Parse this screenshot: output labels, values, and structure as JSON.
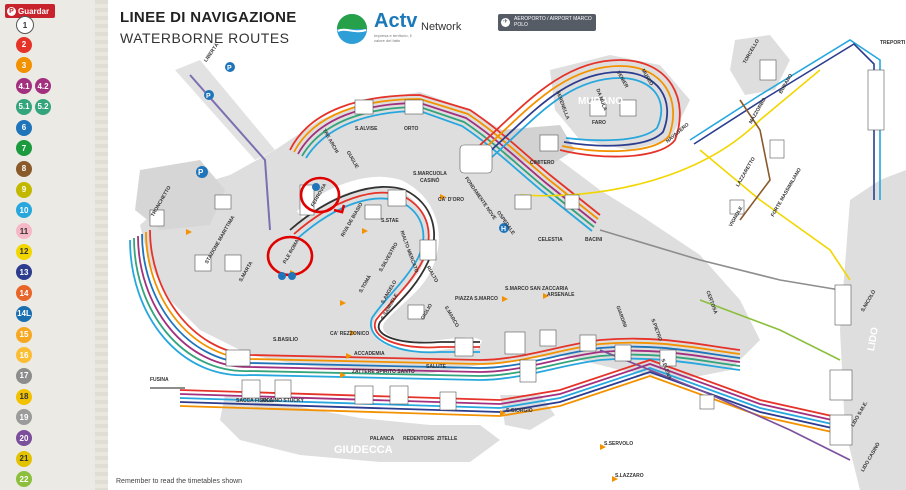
{
  "header": {
    "title": "LINEE DI NAVIGAZIONE",
    "subtitle": "WATERBORNE ROUTES",
    "brand": "Actv",
    "brand_sub": "Impresa e territorio, il valore del fatto",
    "network": "Network",
    "airport": "AEROPORTO / AIRPORT MARCO POLO"
  },
  "pin_button": {
    "label": "Guardar"
  },
  "footnote": "Remember to read the timetables shown",
  "lines": [
    {
      "label": "1",
      "color": "#ffffff",
      "text": "#333"
    },
    {
      "label": "2",
      "color": "#e5332a",
      "text": "#fff"
    },
    {
      "label": "3",
      "color": "#f39200",
      "text": "#fff"
    },
    {
      "label": "4.1",
      "color": "#a3307e",
      "text": "#fff"
    },
    {
      "label": "4.2",
      "color": "#a3307e",
      "text": "#fff"
    },
    {
      "label": "5.1",
      "color": "#33a47c",
      "text": "#fff"
    },
    {
      "label": "5.2",
      "color": "#33a47c",
      "text": "#fff"
    },
    {
      "label": "6",
      "color": "#1f74ba",
      "text": "#fff"
    },
    {
      "label": "7",
      "color": "#1b9a3e",
      "text": "#fff"
    },
    {
      "label": "8",
      "color": "#8a5a2b",
      "text": "#fff"
    },
    {
      "label": "9",
      "color": "#c2b800",
      "text": "#fff"
    },
    {
      "label": "10",
      "color": "#27a7de",
      "text": "#fff"
    },
    {
      "label": "11",
      "color": "#f6b8c6",
      "text": "#333"
    },
    {
      "label": "12",
      "color": "#f2d600",
      "text": "#333"
    },
    {
      "label": "13",
      "color": "#2c3d8f",
      "text": "#fff"
    },
    {
      "label": "14",
      "color": "#e8652a",
      "text": "#fff"
    },
    {
      "label": "14L",
      "color": "#1a6fb0",
      "text": "#fff"
    },
    {
      "label": "15",
      "color": "#f7a823",
      "text": "#fff"
    },
    {
      "label": "16",
      "color": "#fbbd34",
      "text": "#fff"
    },
    {
      "label": "17",
      "color": "#8d8d8d",
      "text": "#fff"
    },
    {
      "label": "18",
      "color": "#f2c200",
      "text": "#333"
    },
    {
      "label": "19",
      "color": "#9b9b9b",
      "text": "#fff"
    },
    {
      "label": "20",
      "color": "#7b4f9c",
      "text": "#fff"
    },
    {
      "label": "21",
      "color": "#e3c200",
      "text": "#333"
    },
    {
      "label": "22",
      "color": "#8bbf3c",
      "text": "#fff"
    }
  ],
  "areas": {
    "murano": "MURANO",
    "giudecca": "GIUDECCA",
    "lido": "LIDO"
  },
  "stops": [
    {
      "id": "alvise",
      "label": "S.ALVISE"
    },
    {
      "id": "orto",
      "label": "ORTO"
    },
    {
      "id": "tre-archi",
      "label": "TRE ARCHI"
    },
    {
      "id": "guglie",
      "label": "GUGLIE"
    },
    {
      "id": "marcuola",
      "label": "S.MARCUOLA"
    },
    {
      "id": "casino",
      "label": "CASINÒ"
    },
    {
      "id": "fondamente-nove",
      "label": "FONDAMENTE NOVE"
    },
    {
      "id": "ospedale",
      "label": "OSPEDALE"
    },
    {
      "id": "cimitero",
      "label": "CIMITERO"
    },
    {
      "id": "celestia",
      "label": "CELESTIA"
    },
    {
      "id": "bacini",
      "label": "BACINI"
    },
    {
      "id": "faro",
      "label": "FARO"
    },
    {
      "id": "serenella",
      "label": "SERENELLA"
    },
    {
      "id": "da-mula",
      "label": "DA MULA"
    },
    {
      "id": "venier",
      "label": "VENIER"
    },
    {
      "id": "museo",
      "label": "MUSEO"
    },
    {
      "id": "navagero",
      "label": "NAVAGERO"
    },
    {
      "id": "san-stae",
      "label": "S.STAE"
    },
    {
      "id": "ca-oro",
      "label": "CA' D'ORO"
    },
    {
      "id": "riva-biasio",
      "label": "RIVA DE BIASIO"
    },
    {
      "id": "rialto-mercato",
      "label": "RIALTO MERCATO"
    },
    {
      "id": "rialto",
      "label": "RIALTO"
    },
    {
      "id": "san-silvestro",
      "label": "S.SILVESTRO"
    },
    {
      "id": "san-toma",
      "label": "S.TOMÀ"
    },
    {
      "id": "san-angelo",
      "label": "S.ANGELO"
    },
    {
      "id": "san-samuele",
      "label": "S.SAMUELE"
    },
    {
      "id": "giglio",
      "label": "GIGLIO"
    },
    {
      "id": "san-marco",
      "label": "S.MARCO"
    },
    {
      "id": "piazza-san-marco",
      "label": "PIAZZA S.MARCO"
    },
    {
      "id": "san-marco-san-zaccaria",
      "label": "S.MARCO SAN ZACCARIA"
    },
    {
      "id": "arsenale",
      "label": "ARSENALE"
    },
    {
      "id": "giardini",
      "label": "GIARDINI"
    },
    {
      "id": "san-pietro",
      "label": "S.PIETRO"
    },
    {
      "id": "santa-elena",
      "label": "S.ELENA"
    },
    {
      "id": "certosa",
      "label": "CERTOSA"
    },
    {
      "id": "ca-rezzonico",
      "label": "CA' REZZONICO"
    },
    {
      "id": "accademia",
      "label": "ACCADEMIA"
    },
    {
      "id": "zattere",
      "label": "ZATTERE"
    },
    {
      "id": "spirito-santo",
      "label": "SPIRITO SANTO"
    },
    {
      "id": "salute",
      "label": "SALUTE"
    },
    {
      "id": "san-basilio",
      "label": "S.BASILIO"
    },
    {
      "id": "sacca-fisola",
      "label": "SACCA FISOLA"
    },
    {
      "id": "molino-stucky",
      "label": "MOLINO STUCKY"
    },
    {
      "id": "palanca",
      "label": "PALANCA"
    },
    {
      "id": "redentore",
      "label": "REDENTORE"
    },
    {
      "id": "zitelle",
      "label": "ZITELLE"
    },
    {
      "id": "san-giorgio",
      "label": "S.GIORGIO"
    },
    {
      "id": "san-servolo",
      "label": "S.SERVOLO"
    },
    {
      "id": "san-lazzaro",
      "label": "S.LAZZARO"
    },
    {
      "id": "fusina",
      "label": "FUSINA"
    },
    {
      "id": "tronchetto",
      "label": "TRONCHETTO"
    },
    {
      "id": "stazione-marittima",
      "label": "STAZIONE MARITTIMA"
    },
    {
      "id": "san-marta",
      "label": "S.MARTA"
    },
    {
      "id": "ferrovia",
      "label": "FERROVIA"
    },
    {
      "id": "piazzale-roma",
      "label": "P.LE ROMA"
    },
    {
      "id": "torcello",
      "label": "TORCELLO"
    },
    {
      "id": "burano",
      "label": "BURANO"
    },
    {
      "id": "mazzorbo",
      "label": "MAZZORBO"
    },
    {
      "id": "lazzaretto",
      "label": "LAZZARETTO"
    },
    {
      "id": "vignole",
      "label": "VIGNOLE"
    },
    {
      "id": "forte-massimiliano",
      "label": "FORTE MASSIMILIANO"
    },
    {
      "id": "treporti",
      "label": "TREPORTI"
    },
    {
      "id": "san-nicolo",
      "label": "S.NICOLÒ"
    },
    {
      "id": "lido-sme",
      "label": "LIDO S.M.E."
    },
    {
      "id": "lido-casino",
      "label": "LIDO CASINÒ"
    },
    {
      "id": "liberta",
      "label": "LIBERTÀ"
    }
  ]
}
